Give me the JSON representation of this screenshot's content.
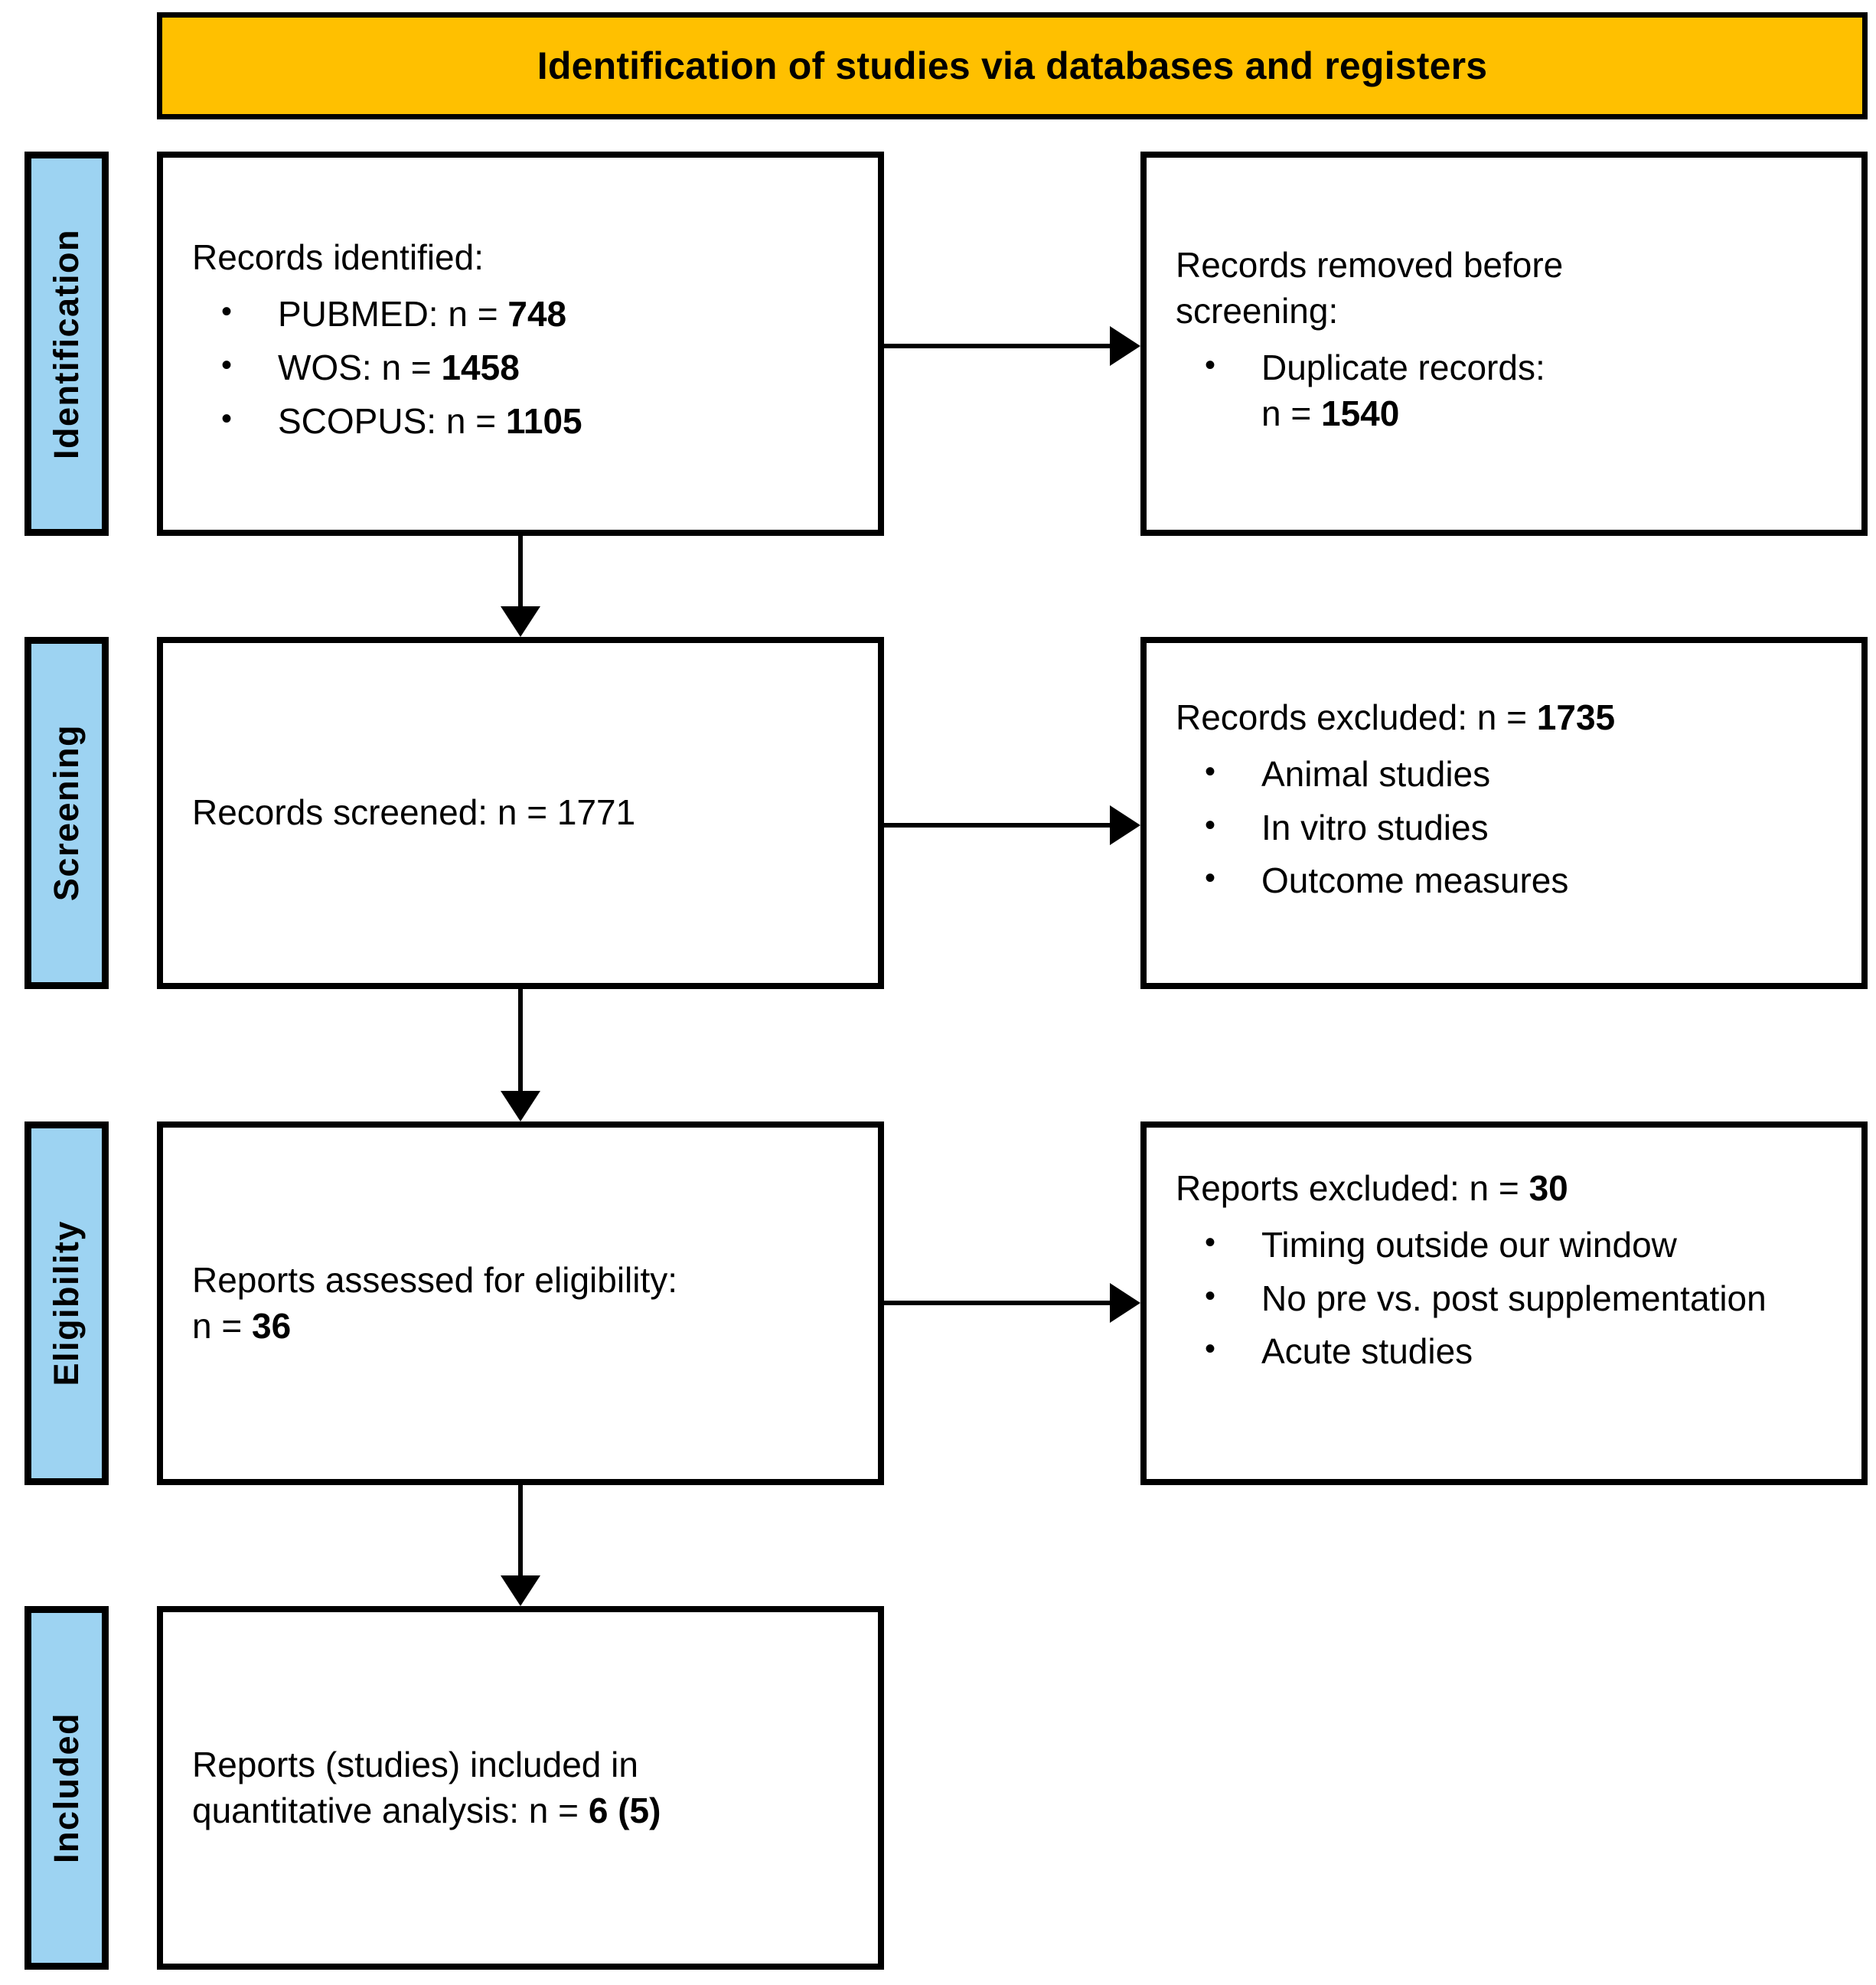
{
  "header": {
    "title": "Identification of studies via databases and registers",
    "background_color": "#FFC000"
  },
  "theme": {
    "stage_color": "#9DD3F2",
    "box_border_color": "#000000",
    "page_background": "#FFFFFF"
  },
  "stages": [
    {
      "label": "Identification"
    },
    {
      "label": "Screening"
    },
    {
      "label": "Eligibility"
    },
    {
      "label": "Included"
    }
  ],
  "boxes": {
    "records_identified": {
      "heading": "Records identified:",
      "items": [
        {
          "text": "PUBMED: n = ",
          "value": "748"
        },
        {
          "text": "WOS: n = ",
          "value": "1458"
        },
        {
          "text": "SCOPUS: n = ",
          "value": "1105"
        }
      ]
    },
    "records_removed": {
      "heading_line1": "Records removed before",
      "heading_line2": "screening:",
      "item_label": "Duplicate records:",
      "item_value_prefix": "n = ",
      "item_value": "1540"
    },
    "records_screened": {
      "text": "Records screened: n = ",
      "value": "1771"
    },
    "records_excluded": {
      "heading_prefix": "Records excluded: n = ",
      "heading_value": "1735",
      "items": [
        "Animal  studies",
        "In vitro studies",
        "Outcome measures"
      ]
    },
    "reports_assessed": {
      "line1": "Reports assessed for eligibility:",
      "line2_prefix": "n = ",
      "line2_value": "36"
    },
    "reports_excluded": {
      "heading_prefix": "Reports excluded: n = ",
      "heading_value": "30",
      "items": [
        "Timing outside our window",
        "No pre vs. post supplementation",
        "Acute studies"
      ]
    },
    "reports_included": {
      "line1": "Reports (studies) included in",
      "line2_prefix": "quantitative analysis: n = ",
      "line2_value": "6 (5)"
    }
  },
  "chart_data": {
    "type": "diagram",
    "title": "Identification of studies via databases and registers",
    "flow": [
      {
        "stage": "Identification",
        "node": "Records identified",
        "sources": {
          "PUBMED": 748,
          "WOS": 1458,
          "SCOPUS": 1105
        }
      },
      {
        "stage": "Identification",
        "node": "Records removed before screening",
        "duplicate_records": 1540
      },
      {
        "stage": "Screening",
        "node": "Records screened",
        "n": 1771
      },
      {
        "stage": "Screening",
        "node": "Records excluded",
        "n": 1735,
        "reasons": [
          "Animal studies",
          "In vitro studies",
          "Outcome measures"
        ]
      },
      {
        "stage": "Eligibility",
        "node": "Reports assessed for eligibility",
        "n": 36
      },
      {
        "stage": "Eligibility",
        "node": "Reports excluded",
        "n": 30,
        "reasons": [
          "Timing outside our window",
          "No pre vs. post supplementation",
          "Acute studies"
        ]
      },
      {
        "stage": "Included",
        "node": "Reports (studies) included in quantitative analysis",
        "n": "6 (5)"
      }
    ]
  }
}
